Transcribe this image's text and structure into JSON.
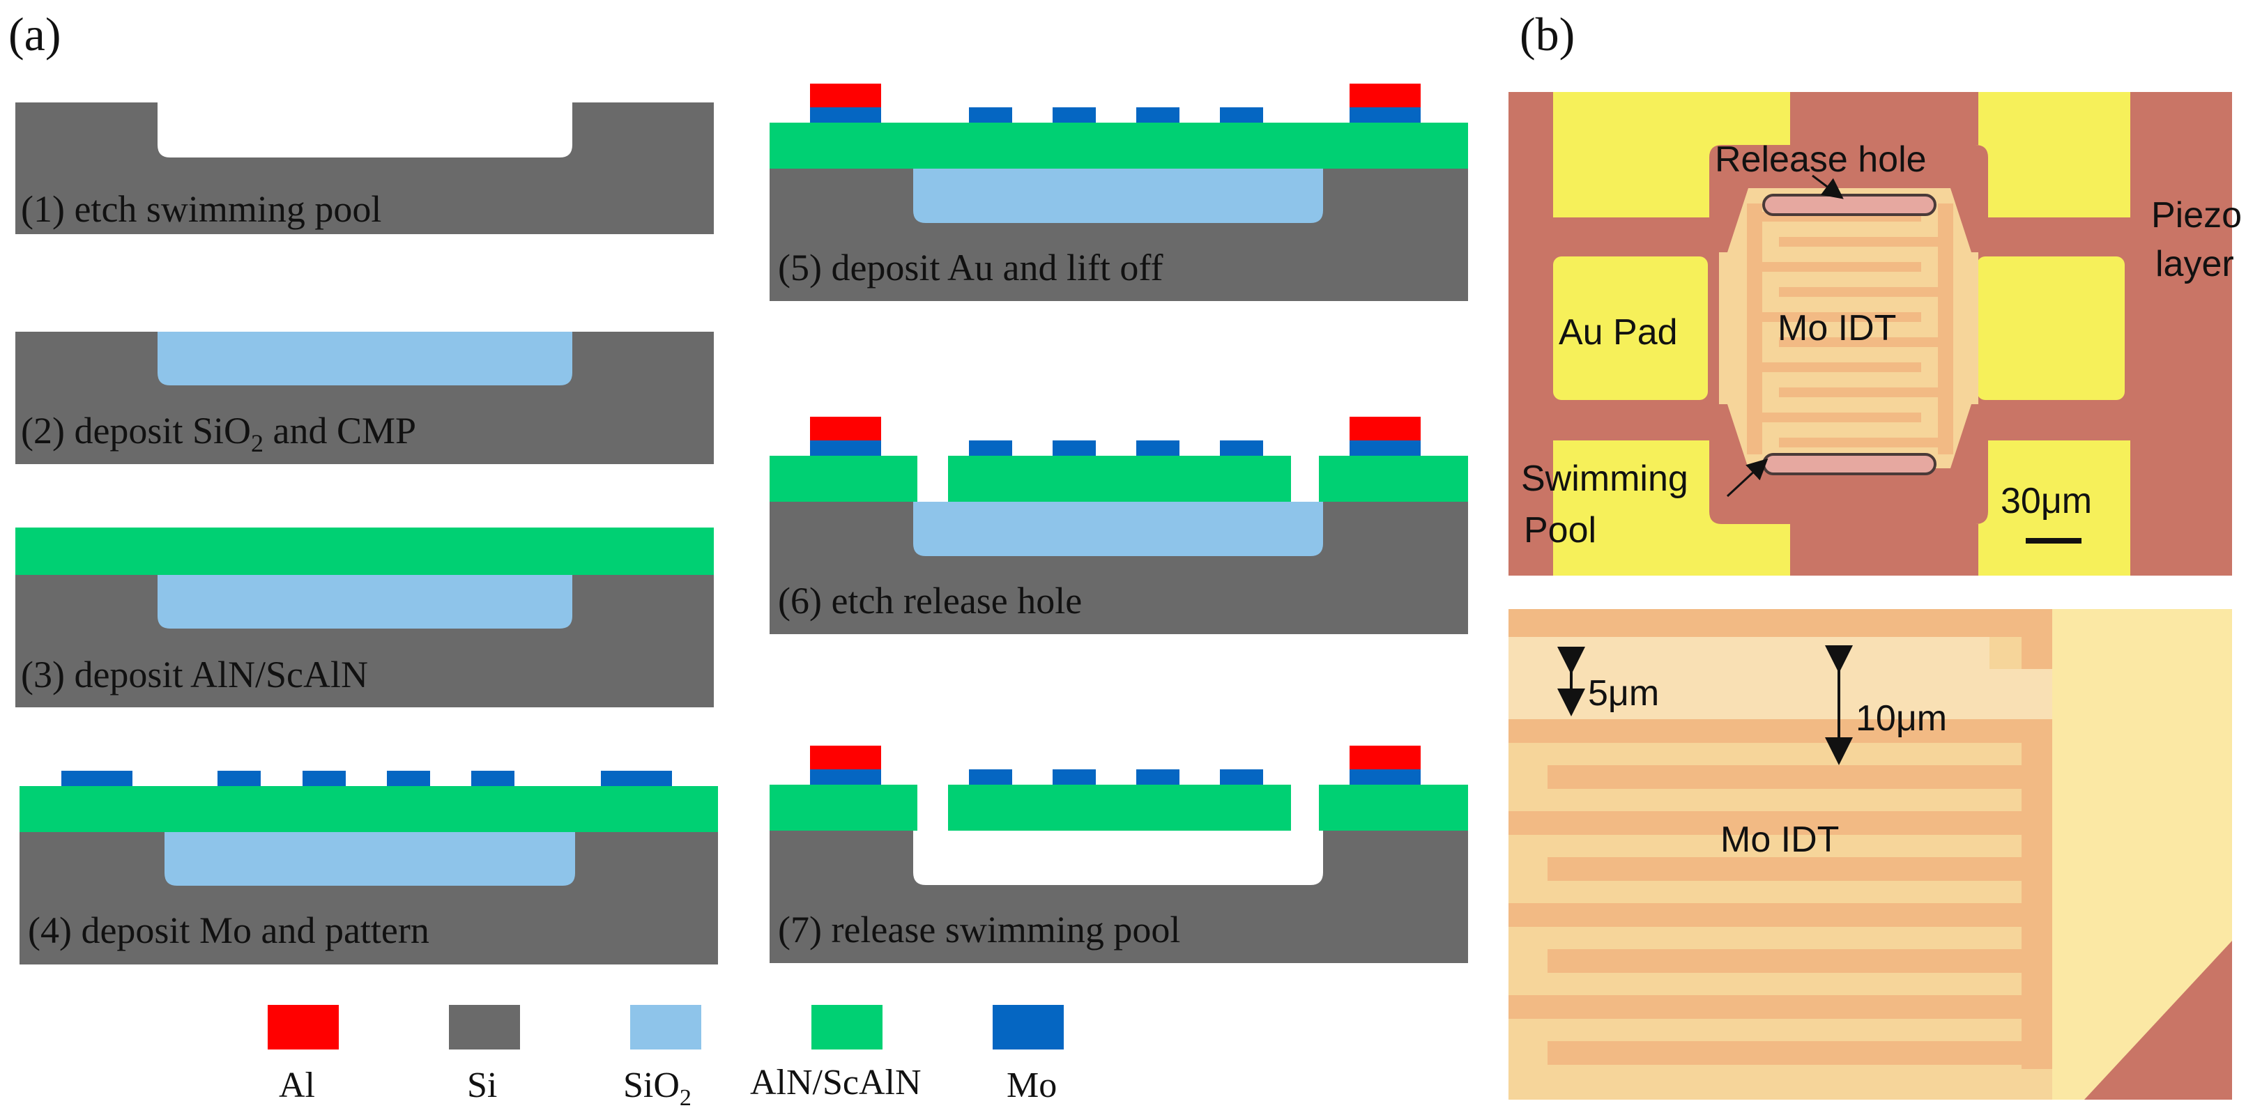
{
  "colors": {
    "al": "#ff0000",
    "si": "#6a6a6a",
    "sio2": "#8ec4ea",
    "aln": "#00d073",
    "mo": "#0566c2",
    "gold": "#f6f05a",
    "piezo": "#c97566",
    "membrane": "#f6d59a",
    "electrode": "#f2ba84"
  },
  "panel_a": {
    "label": "(a)",
    "steps": [
      {
        "num": "(1)",
        "text": "etch swimming pool"
      },
      {
        "num": "(2)",
        "text": "deposit SiO",
        "sub": "2",
        "tail": " and CMP"
      },
      {
        "num": "(3)",
        "text": "deposit AlN/ScAlN"
      },
      {
        "num": "(4)",
        "text": "deposit Mo and pattern"
      },
      {
        "num": "(5)",
        "text": "deposit Au and lift off"
      },
      {
        "num": "(6)",
        "text": "etch release hole"
      },
      {
        "num": "(7)",
        "text": "release swimming pool"
      }
    ],
    "legend": [
      {
        "key": "al",
        "label": "Al"
      },
      {
        "key": "si",
        "label": "Si"
      },
      {
        "key": "sio2",
        "label": "SiO",
        "sub": "2"
      },
      {
        "key": "aln",
        "label": "AlN/ScAlN"
      },
      {
        "key": "mo",
        "label": "Mo"
      }
    ]
  },
  "panel_b": {
    "label": "(b)",
    "top_photo": {
      "release_hole": "Release hole",
      "piezo_line1": "Piezo",
      "piezo_line2": "layer",
      "au_pad": "Au Pad",
      "mo_idt": "Mo IDT",
      "swimming_line1": "Swimming",
      "swimming_line2": "Pool",
      "scale": "30μm"
    },
    "bottom_photo": {
      "dim_small": "5μm",
      "dim_large": "10μm",
      "mo_idt": "Mo IDT"
    }
  }
}
